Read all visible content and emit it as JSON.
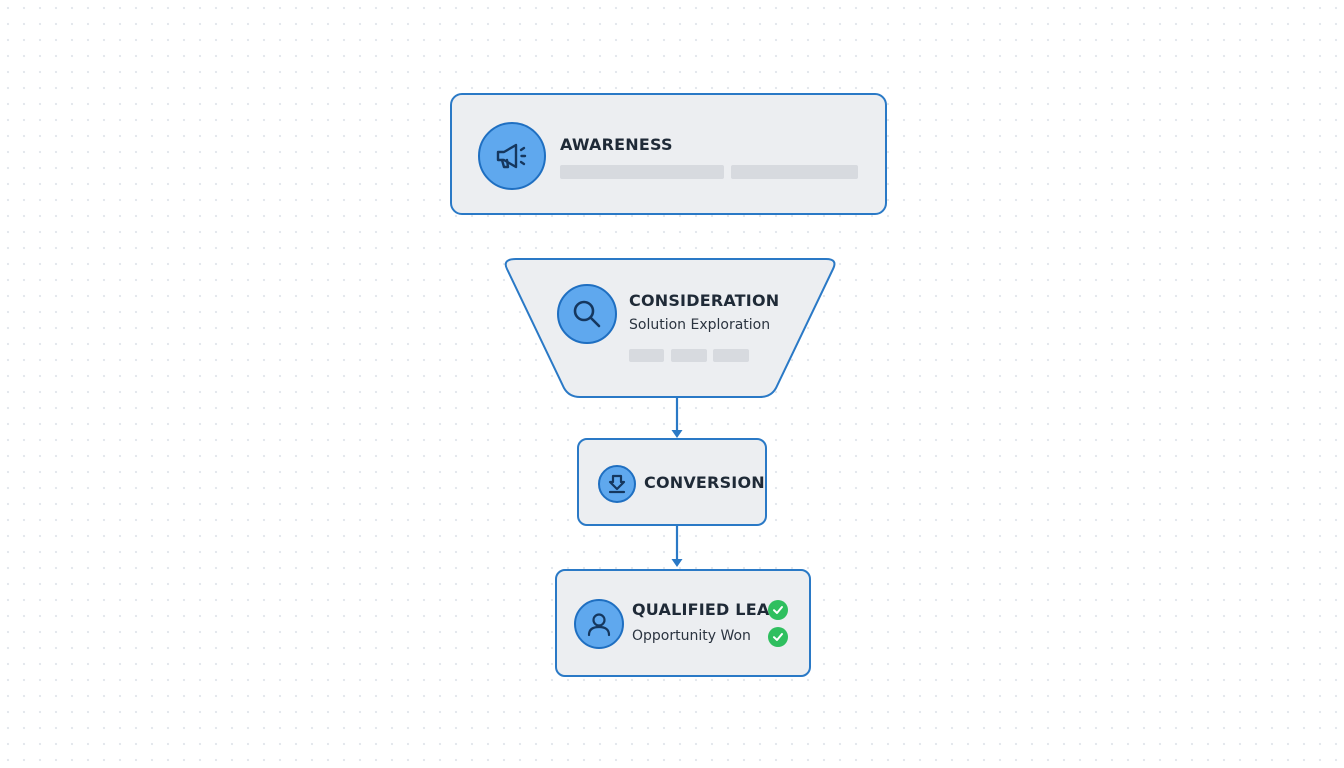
{
  "stages": {
    "awareness": {
      "title": "AWARENESS"
    },
    "consideration": {
      "title": "CONSIDERATION",
      "subtitle": "Solution Exploration"
    },
    "conversion": {
      "title": "CONVERSION"
    },
    "qualified_lead": {
      "title": "QUALIFIED LEAD",
      "subtitle": "Opportunity Won"
    }
  },
  "colors": {
    "accent": "#2a79c6",
    "icon_fill": "#5fa8ee",
    "box_fill": "#eceef1",
    "check": "#2fbf5f"
  },
  "icons": {
    "awareness": "megaphone-icon",
    "consideration": "search-icon",
    "conversion": "download-arrow-icon",
    "qualified_lead": "user-icon",
    "checks": "check-circle-icon"
  }
}
